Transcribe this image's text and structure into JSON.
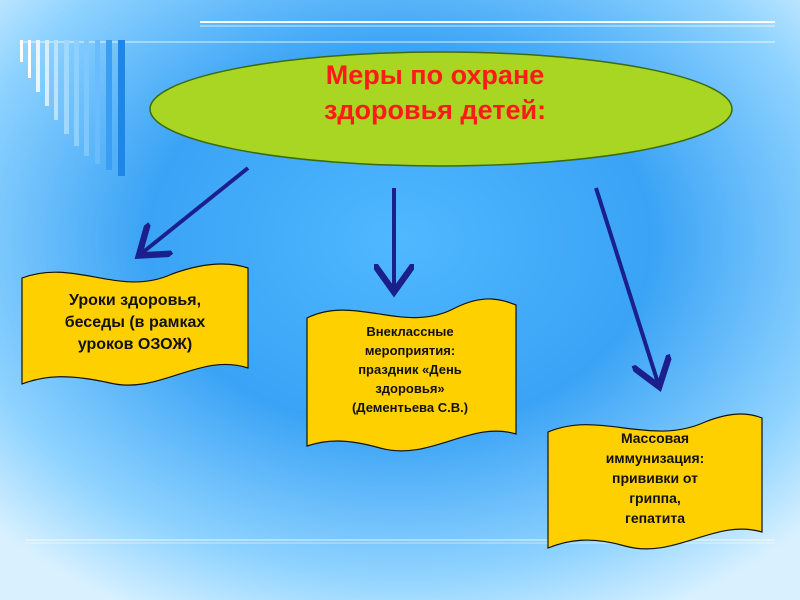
{
  "title": {
    "line1": "Меры по охране",
    "line2": "здоровья детей:"
  },
  "boxes": [
    {
      "lines": [
        "Уроки здоровья,",
        "беседы (в рамках",
        "уроков ОЗОЖ)"
      ]
    },
    {
      "lines": [
        "Внеклассные",
        "мероприятия:",
        "праздник «День",
        "здоровья»",
        "(Дементьева С.В.)"
      ]
    },
    {
      "lines": [
        "Массовая",
        "иммунизация:",
        "прививки от",
        "гриппа,",
        "гепатита"
      ]
    }
  ],
  "colors": {
    "ellipse_fill": "#a8d622",
    "scroll_fill": "#ffd000",
    "arrow": "#1a1f8c",
    "title_text": "#ff1a1a"
  }
}
